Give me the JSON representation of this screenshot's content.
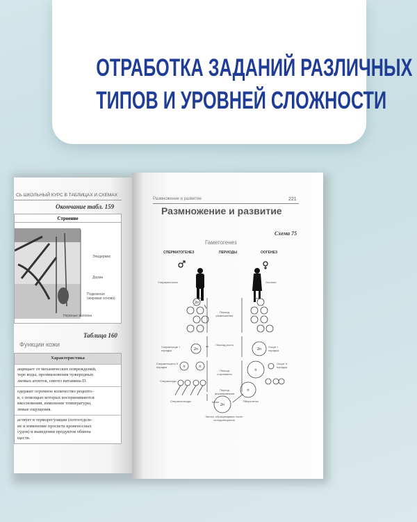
{
  "headline": {
    "line1": "ОТРАБОТКА ЗАДАНИЙ РАЗЛИЧНЫХ",
    "line2": "ТИПОВ И УРОВНЕЙ СЛОЖНОСТИ"
  },
  "colors": {
    "headline": "#1f3d96",
    "background": "#cfe3e6"
  },
  "left_page": {
    "running_head": "СЬ ШКОЛЬНЫЙ КУРС В ТАБЛИЦАХ И СХЕМАХ",
    "table_cont": "Окончание табл. 159",
    "structure_header": "Строение",
    "skin_labels": [
      "Эпидермис",
      "Дерма",
      "Подкожная (жировая основа)",
      "Нервные волокна"
    ],
    "table_label": "Таблица 160",
    "table_title": "Функции кожи",
    "col_header": "Характеристика",
    "rows": [
      [
        "ащищает от механических повреждений,",
        "тере воды, проникновения чужеродных",
        "лковых агентов, синтез витамина D."
      ],
      [
        "одержит огромное количество рецепто-",
        "в, с помощью которых воспринимаются",
        "икосновения, изменение температуры,",
        "левые ощущения."
      ],
      [
        "аствует в терморегуляции (потоотделе-",
        "ие и изменение просвета кровеносных",
        "судов) и выведении продуктов обмена",
        "ществ."
      ]
    ]
  },
  "right_page": {
    "running_head": "Размножение и развитие",
    "page_number": "221",
    "title": "Размножение и развитие",
    "scheme_label": "Схема 75",
    "subtitle": "Гаметогенез",
    "col_left": "СПЕРМАТОГЕНЕЗ",
    "col_mid": "ПЕРИОДЫ",
    "col_right": "ООГЕНЕЗ",
    "labels": {
      "spermatogonia": "Сперматогонии",
      "oogonia": "Оогонии",
      "period1": "Период размножения",
      "period2": "Период роста",
      "period3": "Период созревания",
      "period4": "Период формирования",
      "sc1": "Сперматоцит I порядка",
      "sc2": "Сперматоциты II порядка",
      "spermatids": "Сперматиды",
      "sperm": "Сперматозоиды",
      "oc1": "Ооцит I порядка",
      "oc2": "Ооцит II порядка",
      "egg": "Яйцеклетка",
      "zygote": "Зигота, образующаяся после оплодотворения"
    },
    "cell_2n": "2n",
    "cell_n": "n"
  }
}
